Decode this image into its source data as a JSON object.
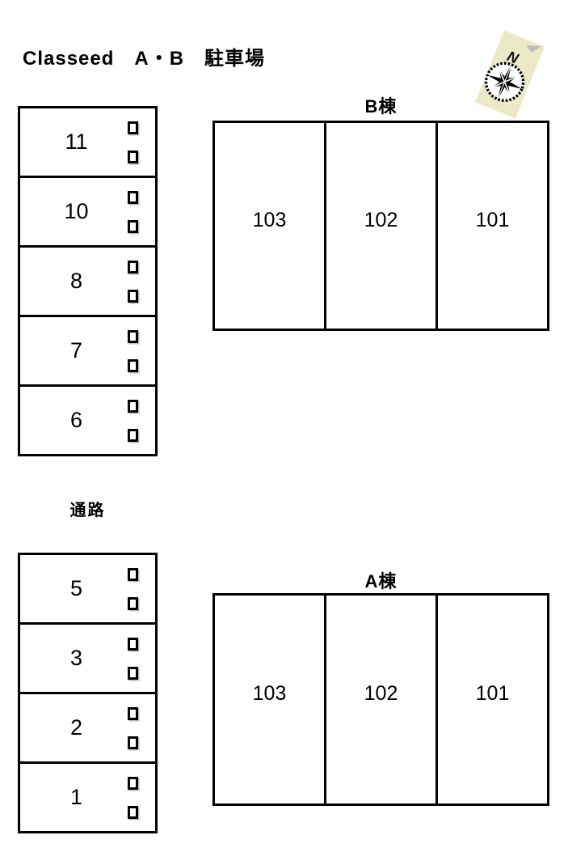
{
  "page": {
    "title": "Classeed　A・B　駐車場"
  },
  "compass": {
    "north_label": "N"
  },
  "left_lot": {
    "upper_rows": [
      "11",
      "10",
      "8",
      "7",
      "6"
    ],
    "aisle_label": "通路",
    "lower_rows": [
      "5",
      "3",
      "2",
      "1"
    ]
  },
  "building_b": {
    "label": "B棟",
    "units": [
      "103",
      "102",
      "101"
    ]
  },
  "building_a": {
    "label": "A棟",
    "units": [
      "103",
      "102",
      "101"
    ]
  },
  "colors": {
    "line": "#000000",
    "background": "#ffffff",
    "compass_card": "#ece9c6",
    "compass_arrow_gray": "#bdbdbd"
  }
}
